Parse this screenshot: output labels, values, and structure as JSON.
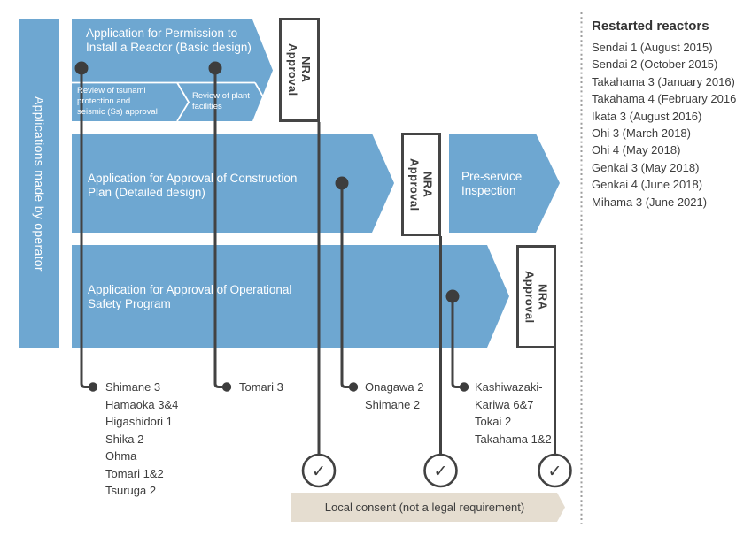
{
  "colors": {
    "process_blue": "#6ea7d1",
    "consent_beige": "#e5ddd0",
    "connector_dark": "#424242",
    "text_dark": "#3d3d3d",
    "dotted_gray": "#9c9c9c",
    "white": "#ffffff"
  },
  "left_bar": {
    "label": "Applications made by operator"
  },
  "process": {
    "step1_label": "Application for Permission to Install a Reactor (Basic design)",
    "step1_sub1_lines": [
      "Review of tsunami",
      "protection and",
      "seismic (Ss) approval"
    ],
    "step1_sub2_label": "Review of plant facilities",
    "step2_label": "Application for Approval of Construction Plan (Detailed design)",
    "step3_label": "Application for Approval of Operational Safety Program",
    "pre_service_label": "Pre-service Inspection",
    "nra_approval": {
      "line1": "NRA",
      "line2": "Approval"
    },
    "local_consent_label": "Local consent (not a legal requirement)"
  },
  "stage_lists": {
    "under_install_permit_review": [
      "Shimane 3",
      "Hamaoka 3&4",
      "Higashidori 1",
      "Shika 2",
      "Ohma",
      "Tomari 1&2",
      "Tsuruga 2"
    ],
    "under_plant_facilities_review": [
      "Tomari 3"
    ],
    "under_construction_plan_review": [
      "Onagawa 2",
      "Shimane 2"
    ],
    "under_operational_safety_review": [
      "Kashiwazaki-Kariwa 6&7",
      "Tokai 2",
      "Takahama 1&2"
    ]
  },
  "restarted": {
    "title": "Restarted reactors",
    "items": [
      "Sendai 1 (August 2015)",
      "Sendai 2 (October 2015)",
      "Takahama 3 (January 2016)",
      "Takahama 4 (February 2016)",
      "Ikata 3 (August 2016)",
      "Ohi 3 (March 2018)",
      "Ohi 4 (May 2018)",
      "Genkai 3 (May 2018)",
      "Genkai 4 (June 2018)",
      "Mihama 3 (June 2021)"
    ]
  },
  "icons": {
    "check": "✓"
  }
}
